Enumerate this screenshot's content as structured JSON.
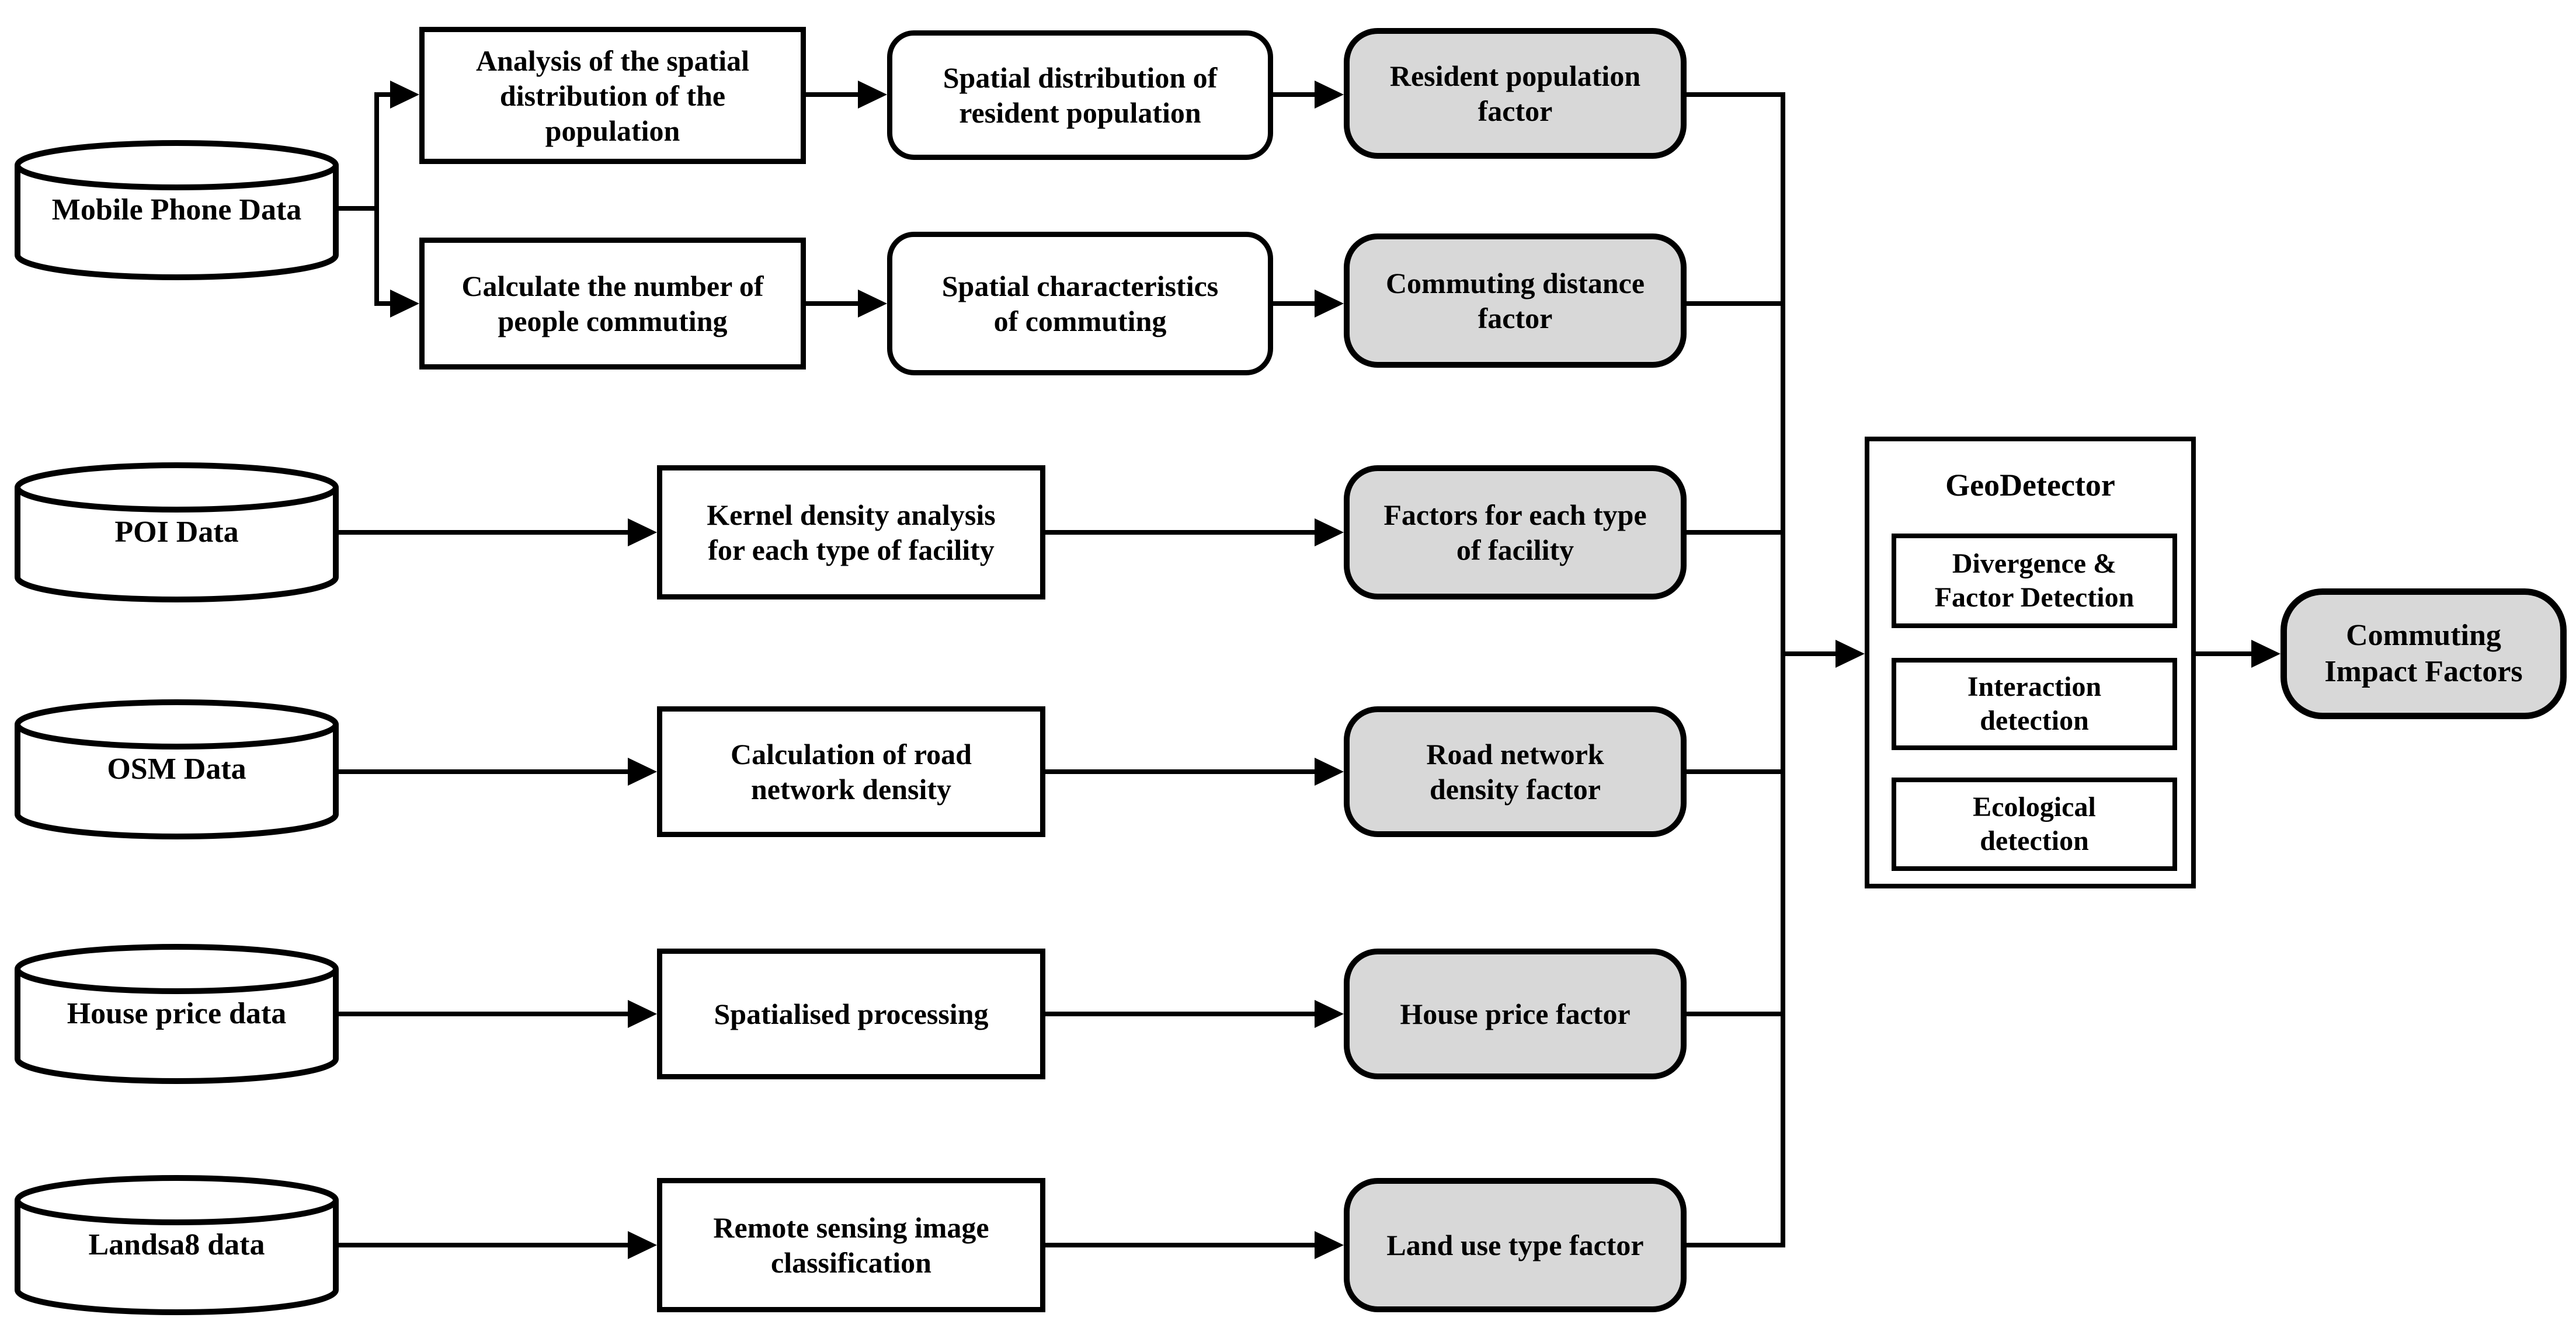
{
  "sources": [
    {
      "label": "Mobile Phone Data"
    },
    {
      "label": "POI Data"
    },
    {
      "label": "OSM Data"
    },
    {
      "label": "House price data"
    },
    {
      "label": "Landsa8 data"
    }
  ],
  "processes": [
    {
      "label": "Analysis of the spatial\ndistribution of the\npopulation"
    },
    {
      "label": "Calculate the number of\npeople commuting"
    },
    {
      "label": "Kernel density analysis\nfor each type of facility"
    },
    {
      "label": "Calculation of road\nnetwork density"
    },
    {
      "label": "Spatialised processing"
    },
    {
      "label": "Remote sensing image\nclassification"
    }
  ],
  "outputs": [
    {
      "label": "Spatial distribution of\nresident population"
    },
    {
      "label": "Spatial characteristics\nof commuting"
    }
  ],
  "factors": [
    {
      "label": "Resident population\nfactor"
    },
    {
      "label": "Commuting distance\nfactor"
    },
    {
      "label": "Factors for each type\nof facility"
    },
    {
      "label": "Road network\ndensity factor"
    },
    {
      "label": "House price factor"
    },
    {
      "label": "Land use type factor"
    }
  ],
  "geodetector": {
    "title": "GeoDetector",
    "methods": [
      {
        "label": "Divergence &\nFactor Detection"
      },
      {
        "label": "Interaction\ndetection"
      },
      {
        "label": "Ecological\ndetection"
      }
    ]
  },
  "result": {
    "label": "Commuting\nImpact Factors"
  },
  "colors": {
    "factor_fill": "#d8d8d8",
    "box_fill": "#ffffff",
    "line": "#000000",
    "background": "#ffffff"
  }
}
